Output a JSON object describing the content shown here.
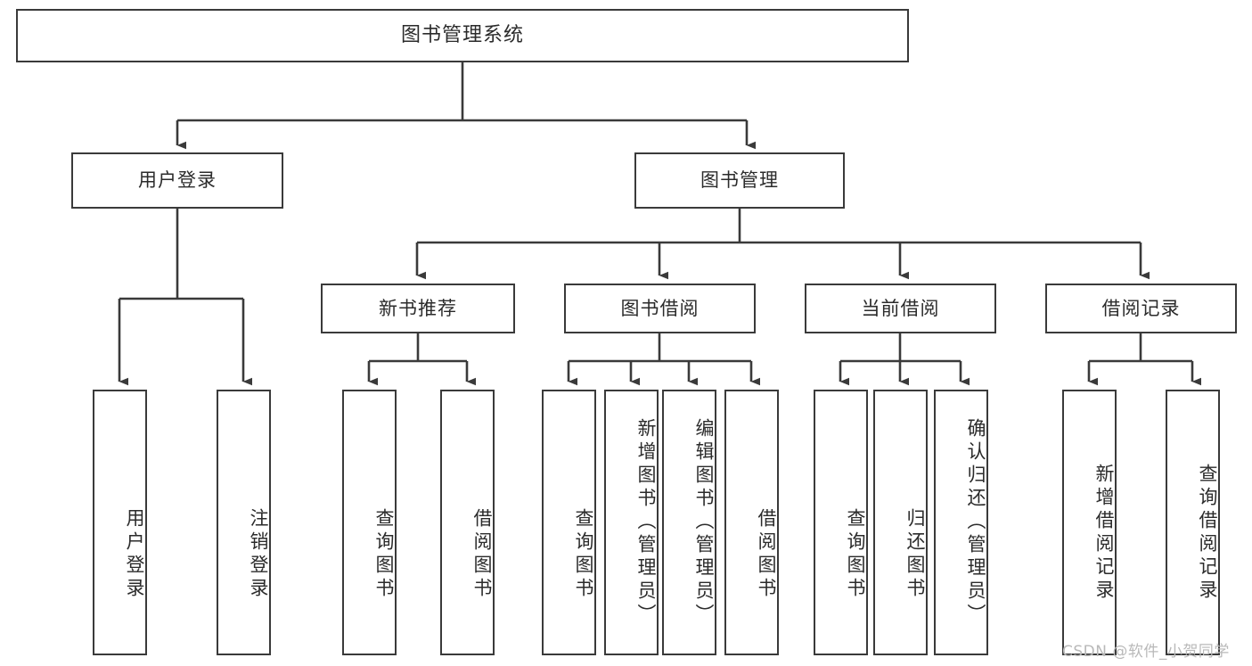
{
  "diagram": {
    "title": "图书管理系统",
    "type": "tree",
    "style": {
      "border_color": "#3a3a3a",
      "text_color": "#2b2b2b",
      "background": "#ffffff",
      "watermark_color": "#b9b9b9"
    },
    "levels": {
      "root": {
        "label": "图书管理系统"
      },
      "level1": [
        {
          "id": "user-login",
          "label": "用户登录"
        },
        {
          "id": "book-manage",
          "label": "图书管理"
        }
      ],
      "level2": [
        {
          "id": "new-book-recommend",
          "label": "新书推荐",
          "parent": "book-manage"
        },
        {
          "id": "book-borrow",
          "label": "图书借阅",
          "parent": "book-manage"
        },
        {
          "id": "current-borrow",
          "label": "当前借阅",
          "parent": "book-manage"
        },
        {
          "id": "borrow-record",
          "label": "借阅记录",
          "parent": "book-manage"
        }
      ],
      "leaves": [
        {
          "id": "leaf-user-login",
          "label": "用户登录",
          "parent": "user-login"
        },
        {
          "id": "leaf-user-logout",
          "label": "注销登录",
          "parent": "user-login"
        },
        {
          "id": "leaf-query-book-1",
          "label": "查询图书",
          "parent": "new-book-recommend"
        },
        {
          "id": "leaf-borrow-book-1",
          "label": "借阅图书",
          "parent": "new-book-recommend"
        },
        {
          "id": "leaf-query-book-2",
          "label": "查询图书",
          "parent": "book-borrow"
        },
        {
          "id": "leaf-add-book",
          "label": "新增图书（管理员）",
          "parent": "book-borrow"
        },
        {
          "id": "leaf-edit-book",
          "label": "编辑图书（管理员）",
          "parent": "book-borrow"
        },
        {
          "id": "leaf-borrow-book-2",
          "label": "借阅图书",
          "parent": "book-borrow"
        },
        {
          "id": "leaf-query-book-3",
          "label": "查询图书",
          "parent": "current-borrow"
        },
        {
          "id": "leaf-return-book",
          "label": "归还图书",
          "parent": "current-borrow"
        },
        {
          "id": "leaf-confirm-return",
          "label": "确认归还（管理员）",
          "parent": "current-borrow"
        },
        {
          "id": "leaf-add-record",
          "label": "新增借阅记录",
          "parent": "borrow-record"
        },
        {
          "id": "leaf-query-record",
          "label": "查询借阅记录",
          "parent": "borrow-record"
        }
      ]
    }
  },
  "watermark": {
    "text": "CSDN @软件_小贺同学"
  }
}
